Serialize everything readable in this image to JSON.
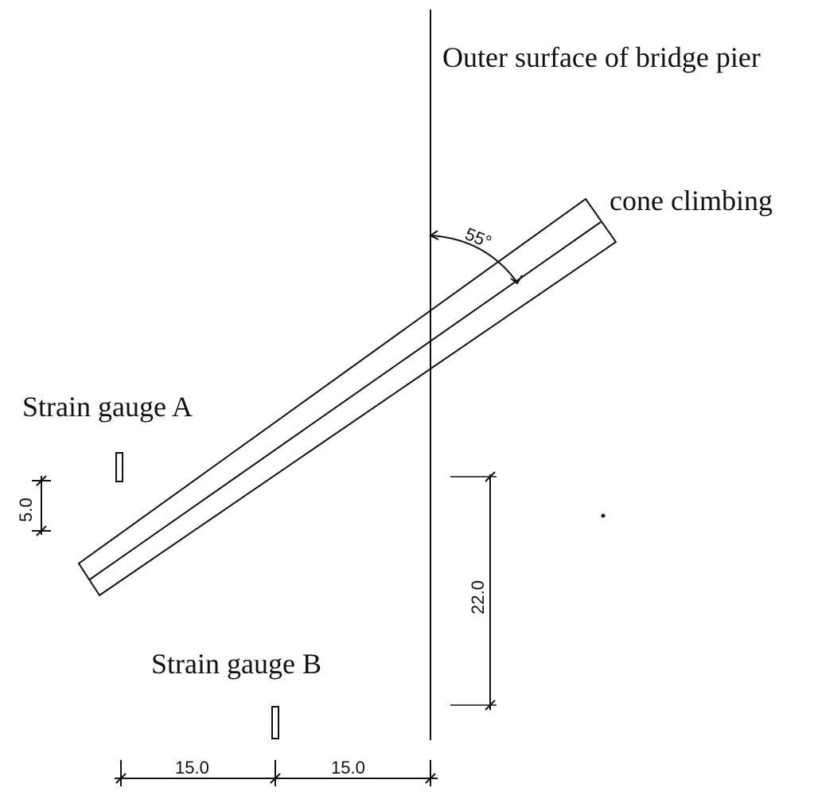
{
  "labels": {
    "pier_surface": "Outer surface of bridge pier",
    "cone": "cone climbing",
    "gauge_a": "Strain gauge A",
    "gauge_b": "Strain gauge B"
  },
  "dimensions": {
    "angle": "55°",
    "gauge_a_offset": "5.0",
    "vertical_spacing": "22.0",
    "horizontal_left": "15.0",
    "horizontal_right": "15.0"
  },
  "colors": {
    "line": "#111111",
    "background": "#ffffff"
  }
}
